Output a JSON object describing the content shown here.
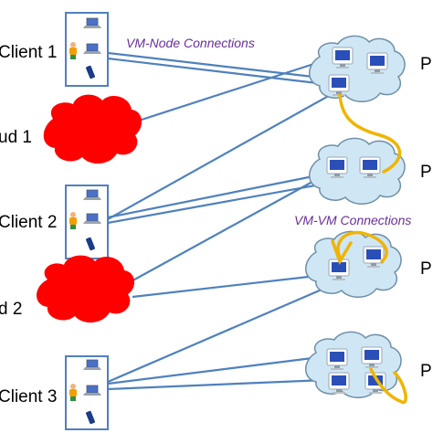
{
  "labels": {
    "client1": "Client 1",
    "cloud1": "ud 1",
    "client2": "Client 2",
    "cloud2": "d 2",
    "client3": "Client 3",
    "vm_node": "VM-Node Connections",
    "vm_vm": "VM-VM Connections",
    "p1": "P",
    "p2": "P",
    "p3": "P",
    "p4": "P"
  },
  "colors": {
    "cloud_red": "#ff0000",
    "pool_cloud": "#cfe7f5",
    "pool_outline": "#6f8fa8",
    "connection": "#4f81bd",
    "vm_link": "#f0b400",
    "box_border": "#4f81bd",
    "italic_label": "#6a2f9a"
  },
  "icons": {
    "client_device_set": [
      "laptop-icon",
      "person-icon",
      "pda-icon"
    ],
    "vm": "monitor-icon"
  }
}
